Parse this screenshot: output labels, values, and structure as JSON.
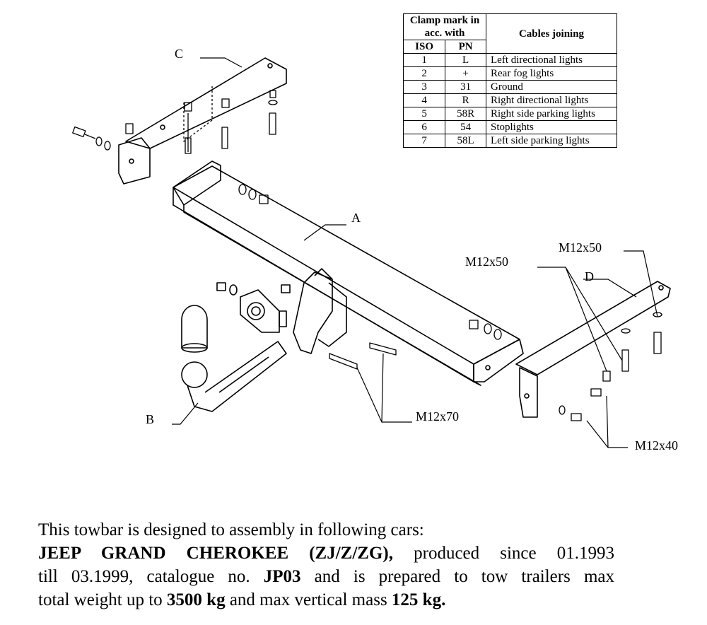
{
  "table": {
    "header": {
      "clamp_mark": "Clamp mark in acc. with",
      "iso": "ISO",
      "pn": "PN",
      "cables_joining": "Cables joining"
    },
    "rows": [
      {
        "iso": "1",
        "pn": "L",
        "cable": "Left directional lights"
      },
      {
        "iso": "2",
        "pn": "+",
        "cable": "Rear fog lights"
      },
      {
        "iso": "3",
        "pn": "31",
        "cable": "Ground"
      },
      {
        "iso": "4",
        "pn": "R",
        "cable": "Right directional lights"
      },
      {
        "iso": "5",
        "pn": "58R",
        "cable": "Right side parking lights"
      },
      {
        "iso": "6",
        "pn": "54",
        "cable": "Stoplights"
      },
      {
        "iso": "7",
        "pn": "58L",
        "cable": "Left side parking lights"
      }
    ]
  },
  "diagram": {
    "part_labels": {
      "a": "A",
      "b": "B",
      "c": "C",
      "d": "D"
    },
    "bolt_labels": {
      "m12x50_left": "M12x50",
      "m12x50_right": "M12x50",
      "m12x70": "M12x70",
      "m12x40": "M12x40"
    }
  },
  "description": {
    "line1": "This towbar is designed to assembly in following cars:",
    "model": "JEEP GRAND CHEROKEE (ZJ/Z/ZG),",
    "line2_rest": " produced since 01.1993",
    "line3_a": "till 03.1999, catalogue no. ",
    "catalogue_no": "JP03",
    "line3_b": " and is prepared to tow trailers max",
    "line4_a": "total weight up to ",
    "max_weight": "3500 kg",
    "line4_b": " and max vertical mass ",
    "vertical_mass": "125 kg."
  }
}
